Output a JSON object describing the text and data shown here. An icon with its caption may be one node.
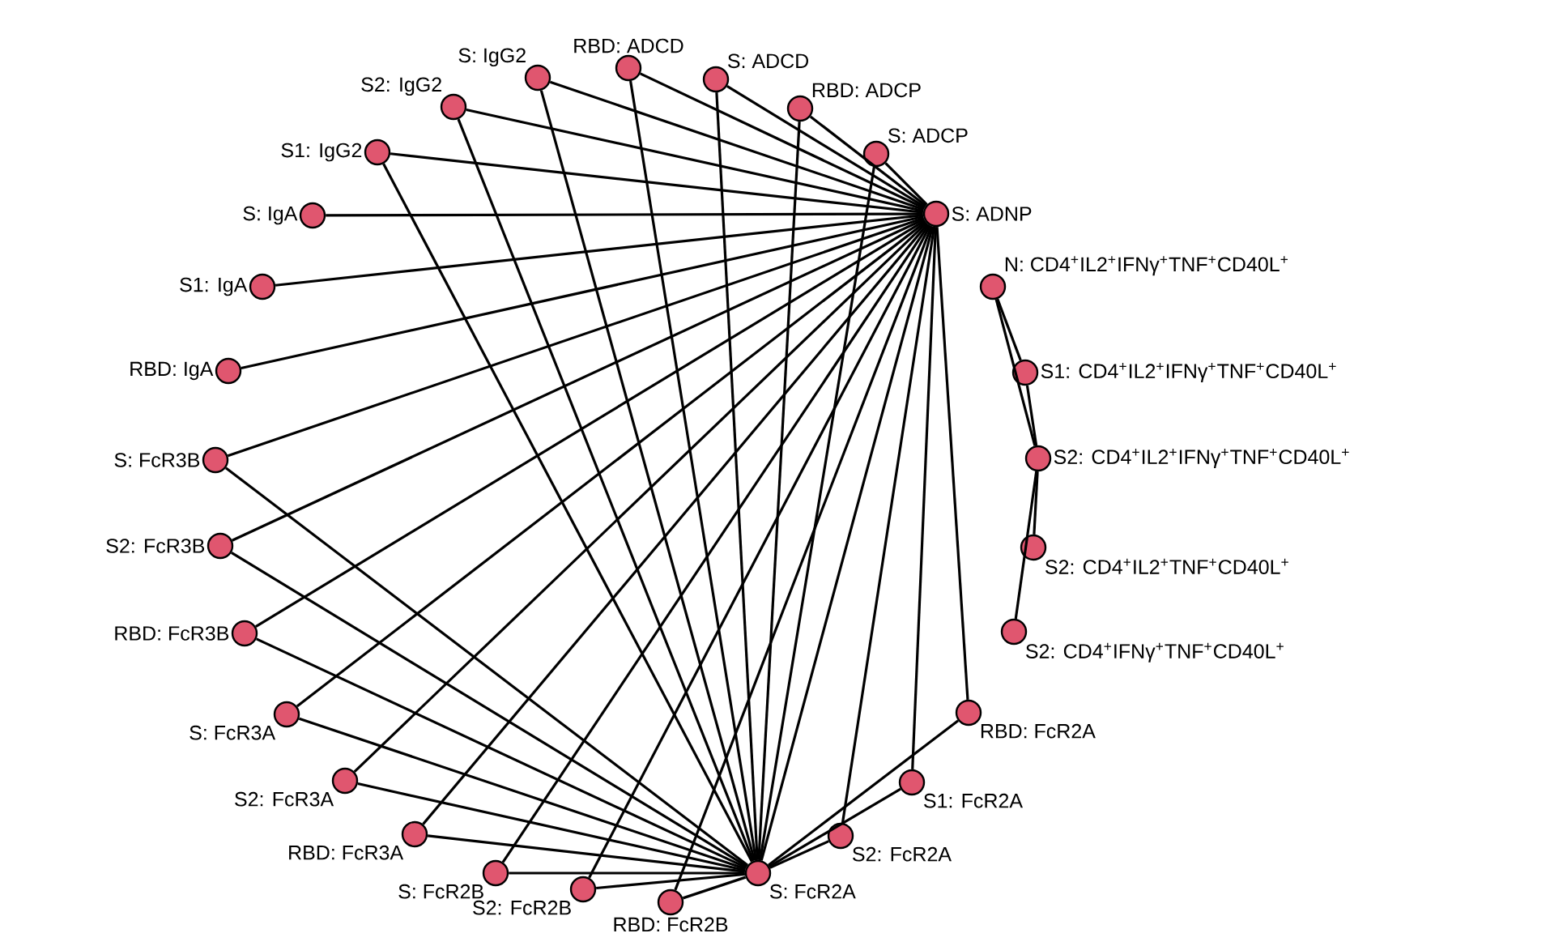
{
  "diagram": {
    "nodes": [
      {
        "text": [
          "S: ADNP"
        ]
      },
      {
        "text": [
          "N: CD4$^{+}$IL2$^{+}$IFNγ$^{+}$TNF$^{+}$CD40L$^{+}$"
        ]
      },
      {
        "text": [
          "S1: CD4$^{+}$IL2$^{+}$IFNγ$^{+}$TNF$^{+}$CD40L$^{+}$"
        ]
      },
      {
        "text": [
          "S2: CD4$^{+}$IL2$^{+}$IFNγ$^{+}$TNF$^{+}$CD40L$^{+}$"
        ]
      },
      {
        "text": [
          "S2: CD4$^{+}$IL2$^{+}$TNF$^{+}$CD40L$^{+}$"
        ]
      },
      {
        "text": [
          "S2: CD4$^{+}$IFNγ$^{+}$TNF$^{+}$CD40L$^{+}$"
        ]
      },
      {
        "text": [
          "RBD: FcR2A"
        ]
      },
      {
        "text": [
          "S1: FcR2A"
        ]
      },
      {
        "text": [
          "S2: FcR2A"
        ]
      },
      {
        "text": [
          "S: FcR2A"
        ]
      },
      {
        "text": [
          "RBD: FcR2B"
        ]
      },
      {
        "text": [
          "S2: FcR2B"
        ]
      },
      {
        "text": [
          "S: FcR2B"
        ]
      },
      {
        "text": [
          "RBD: FcR3A"
        ]
      },
      {
        "text": [
          "S2: FcR3A"
        ]
      },
      {
        "text": [
          "S: FcR3A"
        ]
      },
      {
        "text": [
          "RBD: FcR3B"
        ]
      },
      {
        "text": [
          "S2: FcR3B"
        ]
      },
      {
        "text": [
          "S: FcR3B"
        ]
      },
      {
        "text": [
          "RBD: IgA"
        ]
      },
      {
        "text": [
          "S1: IgA"
        ]
      },
      {
        "text": [
          "S: IgA"
        ]
      },
      {
        "text": [
          "S1: IgG2"
        ]
      },
      {
        "text": [
          "S2: IgG2"
        ]
      },
      {
        "text": [
          "S: IgG2"
        ]
      },
      {
        "text": [
          "RBD: ADCD"
        ]
      },
      {
        "text": [
          "S: ADCD"
        ]
      },
      {
        "text": [
          "RBD: ADCP"
        ]
      },
      {
        "text": [
          "S: ADCP"
        ]
      }
    ],
    "edges": [
      {
        "from": 1,
        "to": 2,
        "arrow": "none"
      },
      {
        "from": 1,
        "to": 3,
        "arrow": "none"
      },
      {
        "from": 2,
        "to": 3,
        "arrow": "none"
      },
      {
        "from": 3,
        "to": 4,
        "arrow": "none"
      },
      {
        "from": 3,
        "to": 5,
        "arrow": "none"
      },
      {
        "from": 0,
        "to": 6,
        "arrow": "none"
      },
      {
        "from": 0,
        "to": 7,
        "arrow": "none"
      },
      {
        "from": 0,
        "to": 8,
        "arrow": "none"
      },
      {
        "from": 0,
        "to": 9,
        "arrow": "none"
      },
      {
        "from": 0,
        "to": 10,
        "arrow": "none"
      },
      {
        "from": 0,
        "to": 11,
        "arrow": "none"
      },
      {
        "from": 0,
        "to": 12,
        "arrow": "none"
      },
      {
        "from": 0,
        "to": 13,
        "arrow": "none"
      },
      {
        "from": 0,
        "to": 14,
        "arrow": "none"
      },
      {
        "from": 0,
        "to": 15,
        "arrow": "none"
      },
      {
        "from": 0,
        "to": 16,
        "arrow": "none"
      },
      {
        "from": 0,
        "to": 17,
        "arrow": "none"
      },
      {
        "from": 0,
        "to": 18,
        "arrow": "none"
      },
      {
        "from": 0,
        "to": 19,
        "arrow": "none"
      },
      {
        "from": 0,
        "to": 20,
        "arrow": "none"
      },
      {
        "from": 0,
        "to": 21,
        "arrow": "none"
      },
      {
        "from": 0,
        "to": 22,
        "arrow": "none"
      },
      {
        "from": 0,
        "to": 23,
        "arrow": "none"
      },
      {
        "from": 0,
        "to": 24,
        "arrow": "none"
      },
      {
        "from": 0,
        "to": 25,
        "arrow": "none"
      },
      {
        "from": 0,
        "to": 26,
        "arrow": "none"
      },
      {
        "from": 0,
        "to": 27,
        "arrow": "none"
      },
      {
        "from": 0,
        "to": 28,
        "arrow": "none"
      },
      {
        "from": 9,
        "to": 6,
        "arrow": "none"
      },
      {
        "from": 9,
        "to": 7,
        "arrow": "none"
      },
      {
        "from": 9,
        "to": 8,
        "arrow": "none"
      },
      {
        "from": 9,
        "to": 10,
        "arrow": "none"
      },
      {
        "from": 9,
        "to": 11,
        "arrow": "none"
      },
      {
        "from": 9,
        "to": 12,
        "arrow": "none"
      },
      {
        "from": 9,
        "to": 13,
        "arrow": "none"
      },
      {
        "from": 9,
        "to": 14,
        "arrow": "none"
      },
      {
        "from": 9,
        "to": 15,
        "arrow": "none"
      },
      {
        "from": 9,
        "to": 16,
        "arrow": "none"
      },
      {
        "from": 9,
        "to": 17,
        "arrow": "none"
      },
      {
        "from": 9,
        "to": 18,
        "arrow": "none"
      },
      {
        "from": 9,
        "to": 22,
        "arrow": "none"
      },
      {
        "from": 9,
        "to": 23,
        "arrow": "none"
      },
      {
        "from": 9,
        "to": 24,
        "arrow": "none"
      },
      {
        "from": 9,
        "to": 25,
        "arrow": "none"
      },
      {
        "from": 9,
        "to": 26,
        "arrow": "none"
      },
      {
        "from": 9,
        "to": 27,
        "arrow": "none"
      },
      {
        "from": 9,
        "to": 28,
        "arrow": "none"
      }
    ]
  }
}
